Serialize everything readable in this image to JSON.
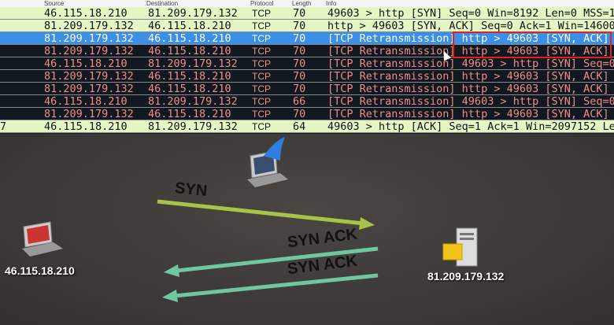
{
  "columns": {
    "no": "",
    "source": "Source",
    "destination": "Destination",
    "protocol": "Protocol",
    "length": "Length",
    "info": "Info"
  },
  "rows": [
    {
      "no": "",
      "src": "46.115.18.210",
      "dst": "81.209.179.132",
      "proto": "TCP",
      "len": "70",
      "info": "49603 > http [SYN] Seq=0 Win=8192 Len=0 MSS=1",
      "style": "ok"
    },
    {
      "no": "",
      "src": "81.209.179.132",
      "dst": "46.115.18.210",
      "proto": "TCP",
      "len": "70",
      "info": "http > 49603 [SYN, ACK] Seq=0 Ack=1 Win=14600",
      "style": "ok"
    },
    {
      "no": "",
      "src": "81.209.179.132",
      "dst": "46.115.18.210",
      "proto": "TCP",
      "len": "70",
      "info": "[TCP Retransmission] http > 49603 [SYN, ACK] S",
      "style": "sel"
    },
    {
      "no": "",
      "src": "81.209.179.132",
      "dst": "46.115.18.210",
      "proto": "TCP",
      "len": "70",
      "info": "[TCP Retransmission] http > 49603 [SYN, ACK] S",
      "style": "bad"
    },
    {
      "no": "",
      "src": "46.115.18.210",
      "dst": "81.209.179.132",
      "proto": "TCP",
      "len": "70",
      "info": "[TCP Retransmission] 49603 > http [SYN] Seq=0",
      "style": "bad"
    },
    {
      "no": "",
      "src": "81.209.179.132",
      "dst": "46.115.18.210",
      "proto": "TCP",
      "len": "70",
      "info": "[TCP Retransmission] http > 49603 [SYN, ACK] S",
      "style": "bad"
    },
    {
      "no": "",
      "src": "81.209.179.132",
      "dst": "46.115.18.210",
      "proto": "TCP",
      "len": "70",
      "info": "[TCP Retransmission] http > 49603 [SYN, ACK] S",
      "style": "bad"
    },
    {
      "no": "",
      "src": "46.115.18.210",
      "dst": "81.209.179.132",
      "proto": "TCP",
      "len": "66",
      "info": "[TCP Retransmission] 49603 > http [SYN] Seq=0",
      "style": "bad"
    },
    {
      "no": "",
      "src": "81.209.179.132",
      "dst": "46.115.18.210",
      "proto": "TCP",
      "len": "70",
      "info": "[TCP Retransmission] http > 49603 [SYN, ACK] S",
      "style": "bad"
    },
    {
      "no": "7",
      "src": "46.115.18.210",
      "dst": "81.209.179.132",
      "proto": "TCP",
      "len": "64",
      "info": "49603 > http [ACK] Seq=1 Ack=1 Win=2097152 Len",
      "style": "ok"
    }
  ],
  "diagram": {
    "client_ip": "46.115.18.210",
    "server_ip": "81.209.179.132",
    "arrow_syn": "SYN",
    "arrow_synack_1": "SYN ACK",
    "arrow_synack_2": "SYN ACK",
    "colors": {
      "syn": "#a9c24a",
      "synack": "#6fc7a0"
    }
  }
}
